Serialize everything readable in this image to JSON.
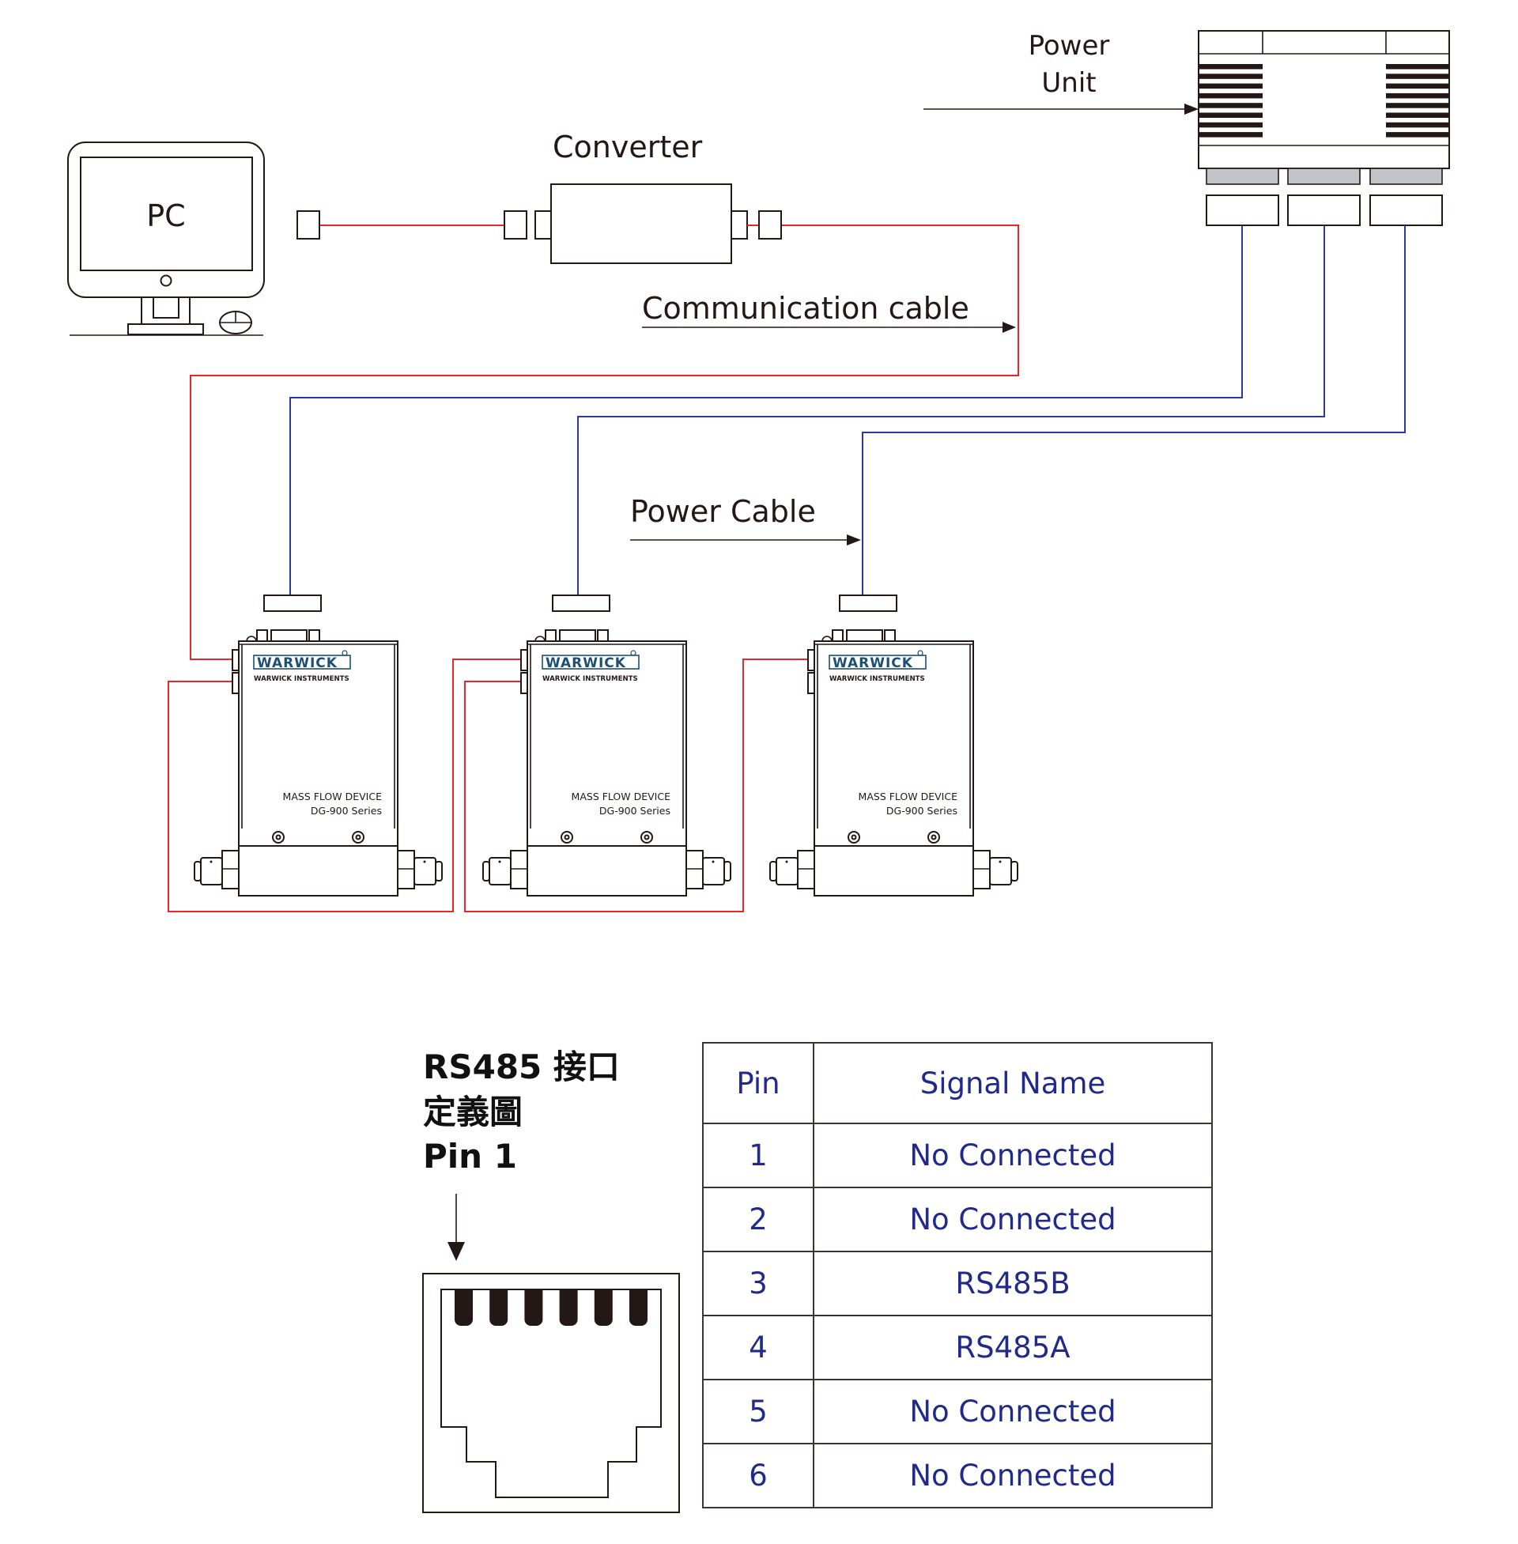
{
  "labels": {
    "pc": "PC",
    "converter": "Converter",
    "communication_cable": "Communication cable",
    "power_unit_line1": "Power",
    "power_unit_line2": "Unit",
    "power_cable": "Power Cable"
  },
  "device": {
    "brand": "WARWICK",
    "brand_sub": "WARWICK INSTRUMENTS",
    "name": "MASS FLOW DEVICE",
    "series": "DG-900 Series",
    "count": 3
  },
  "rs485": {
    "title_line1": "RS485 接口",
    "title_line2": "定義圖",
    "title_line3": "Pin 1",
    "pin_count": 6
  },
  "pin_table": {
    "headers": [
      "Pin",
      "Signal Name"
    ],
    "rows": [
      {
        "pin": "1",
        "signal": "No Connected"
      },
      {
        "pin": "2",
        "signal": "No Connected"
      },
      {
        "pin": "3",
        "signal": "RS485B"
      },
      {
        "pin": "4",
        "signal": "RS485A"
      },
      {
        "pin": "5",
        "signal": "No Connected"
      },
      {
        "pin": "6",
        "signal": "No Connected"
      }
    ]
  },
  "colors": {
    "communication_cable": "#e8262b",
    "power_cable": "#2c3a9c",
    "logo": "#1d4f73",
    "table_text": "#1f2a8a",
    "power_unit_tab": "#c1c5ca"
  }
}
